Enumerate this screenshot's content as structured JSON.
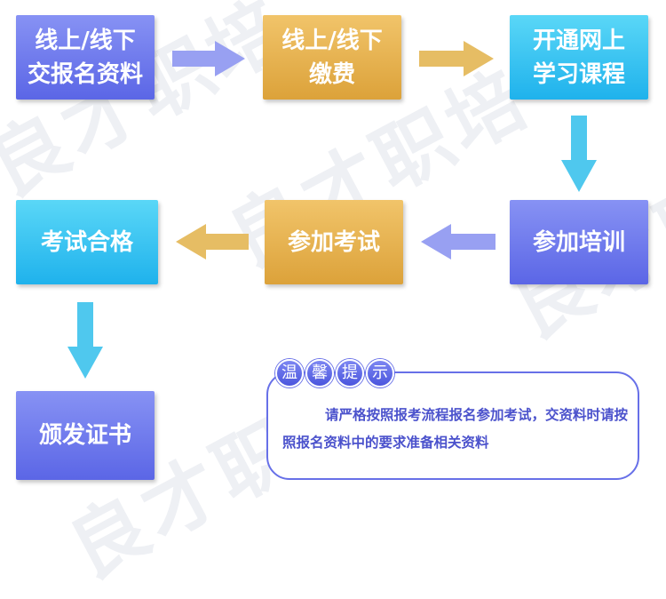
{
  "watermark": "良才职培",
  "steps": {
    "s1": {
      "line1": "线上/线下",
      "line2": "交报名资料"
    },
    "s2": {
      "line1": "线上/线下",
      "line2": "缴费"
    },
    "s3": {
      "line1": "开通网上",
      "line2": "学习课程"
    },
    "s4": {
      "line1": "参加培训"
    },
    "s5": {
      "line1": "参加考试"
    },
    "s6": {
      "line1": "考试合格"
    },
    "s7": {
      "line1": "颁发证书"
    }
  },
  "tip": {
    "chars": [
      "温",
      "馨",
      "提",
      "示"
    ],
    "text": "请严格按照报考流程报名参加考试，交资料时请按照报名资料中的要求准备相关资料"
  },
  "colors": {
    "purple": "#6f79ee",
    "gold": "#e4b04e",
    "cyan": "#37c3f2",
    "arrow_purple": "#98a0f2",
    "arrow_gold": "#e6bd64",
    "arrow_cyan": "#4fc8ee",
    "tip_border": "#6770e8"
  }
}
